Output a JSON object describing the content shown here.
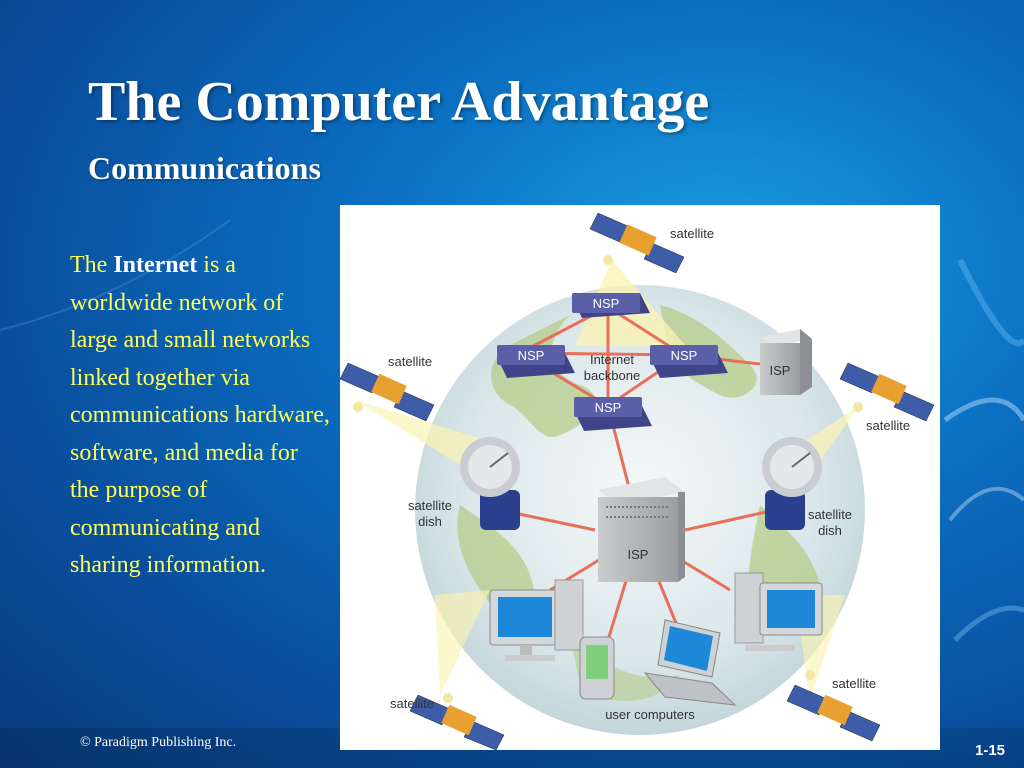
{
  "slide": {
    "title": "The Computer Advantage",
    "subtitle": "Communications",
    "body": {
      "pre": "The ",
      "highlight": "Internet",
      "post": " is a worldwide network of large and small networks linked together via communications hardware, software, and media for the purpose of communicating and sharing information."
    },
    "footer": {
      "copyright": "© Paradigm Publishing Inc.",
      "page_number": "1-15"
    }
  },
  "diagram": {
    "satellite_labels": [
      "satellite",
      "satellite",
      "satellite",
      "satellite",
      "satellite"
    ],
    "dish_label_line1": "satellite",
    "dish_label_line2": "dish",
    "nsp": "NSP",
    "isp": "ISP",
    "backbone_line1": "Internet",
    "backbone_line2": "backbone",
    "user_computers": "user computers"
  },
  "colors": {
    "title": "#ffffff",
    "body_text": "#ffff55",
    "highlight": "#ffffff",
    "background": "#0a4f9e",
    "network_link": "#e8705a",
    "nsp_box": "#5a5fa8"
  }
}
